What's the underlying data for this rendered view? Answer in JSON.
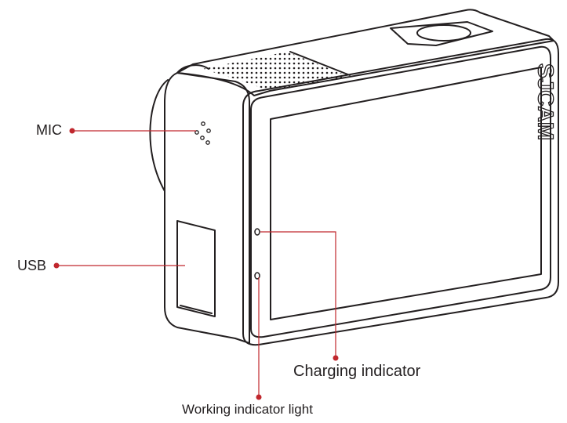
{
  "brand": "SJCAM",
  "callout_color": "#c0272d",
  "outline_color": "#231f20",
  "labels": {
    "mic": "MIC",
    "usb": "USB",
    "charging_indicator": "Charging indicator",
    "working_indicator": "Working indicator light"
  }
}
